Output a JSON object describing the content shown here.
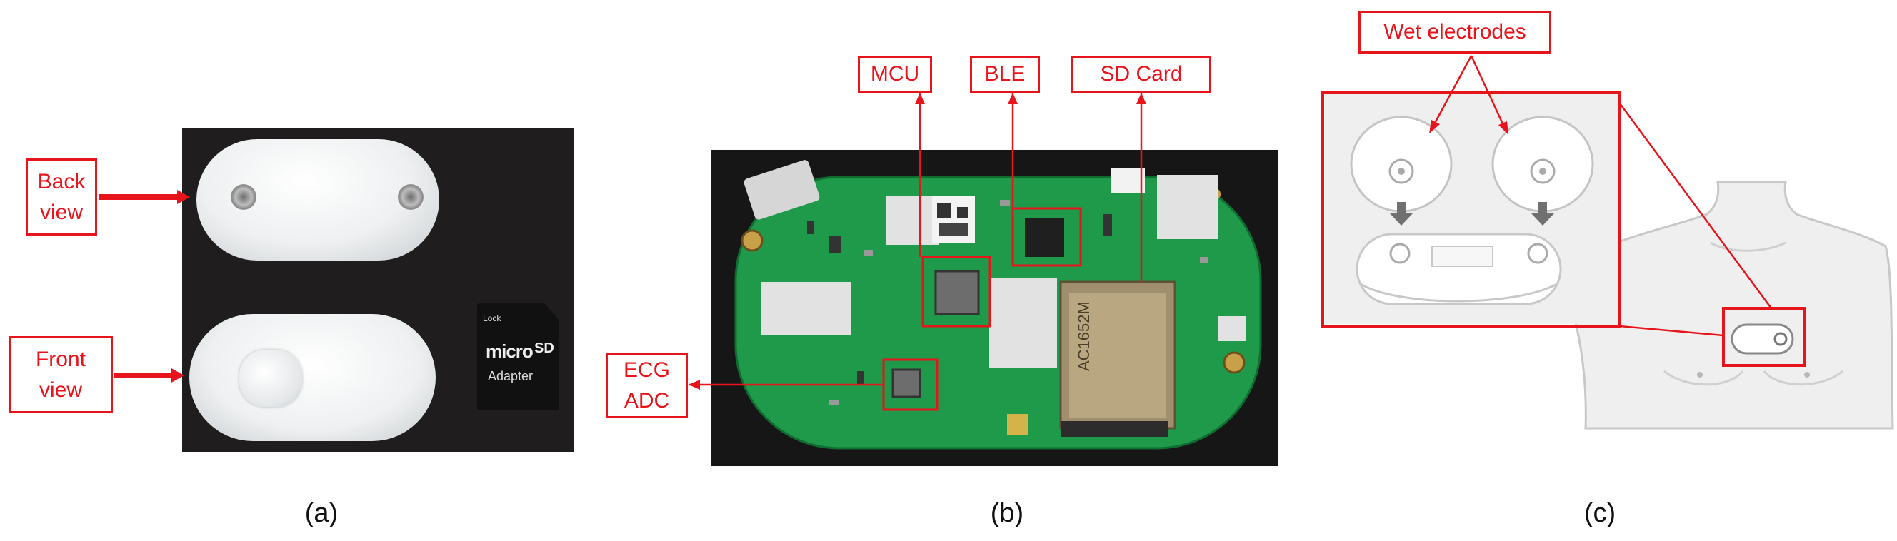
{
  "panel_a": {
    "caption": "(a)",
    "labels": {
      "back": "Back\nview",
      "front": "Front\nview"
    },
    "sd_card": {
      "lock": "Lock",
      "micro": "micro",
      "sd": "SD",
      "adapter": "Adapter"
    }
  },
  "panel_b": {
    "caption": "(b)",
    "labels": {
      "mcu": "MCU",
      "ble": "BLE",
      "sdcard": "SD Card",
      "ecg_adc": "ECG\nADC"
    },
    "chip_markings": {
      "sd_socket": "AC1652M"
    }
  },
  "panel_c": {
    "caption": "(c)",
    "labels": {
      "wet_electrodes": "Wet electrodes"
    }
  },
  "colors": {
    "annotation_red": "#e8141b",
    "pcb_green": "#1f9a4a",
    "background_dark": "#1e1e1e"
  }
}
